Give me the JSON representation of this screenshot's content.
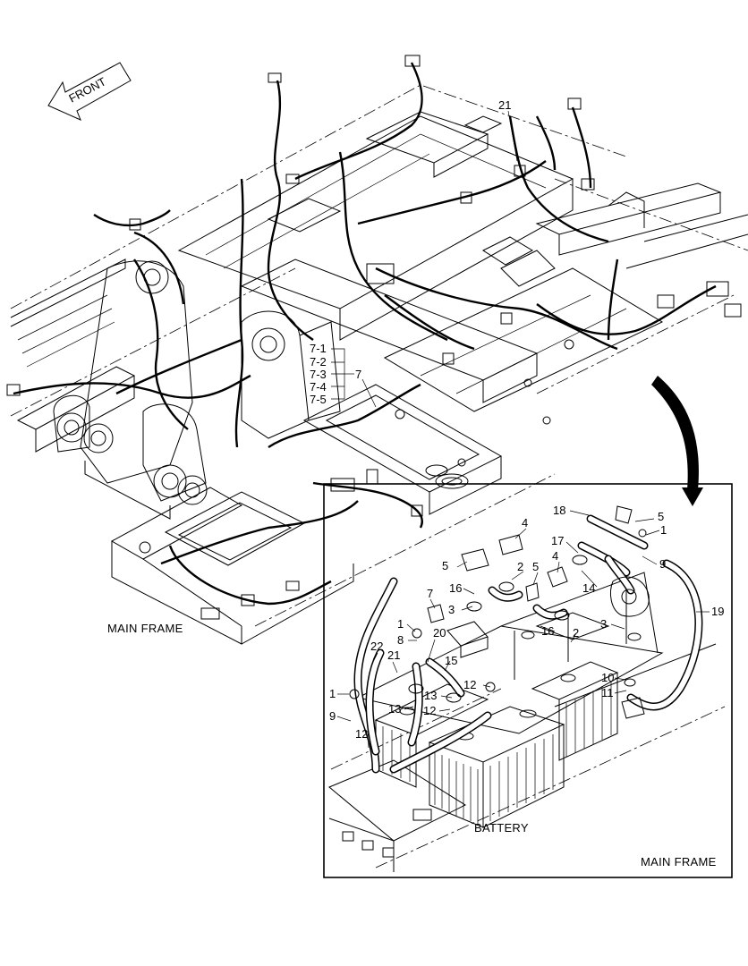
{
  "direction": {
    "label": "FRONT"
  },
  "main_view": {
    "caption": "MAIN FRAME",
    "callouts": [
      "21",
      "7-1",
      "7-2",
      "7-3",
      "7-4",
      "7-5",
      "7"
    ]
  },
  "detail_view": {
    "frame_caption": "MAIN FRAME",
    "battery_caption": "BATTERY",
    "callouts": [
      "18",
      "5",
      "4",
      "17",
      "1",
      "9",
      "5",
      "2",
      "5",
      "4",
      "19",
      "16",
      "14",
      "7",
      "3",
      "3",
      "1",
      "8",
      "16",
      "2",
      "20",
      "22",
      "21",
      "15",
      "10",
      "12",
      "11",
      "1",
      "13",
      "13",
      "12",
      "9",
      "12"
    ]
  }
}
